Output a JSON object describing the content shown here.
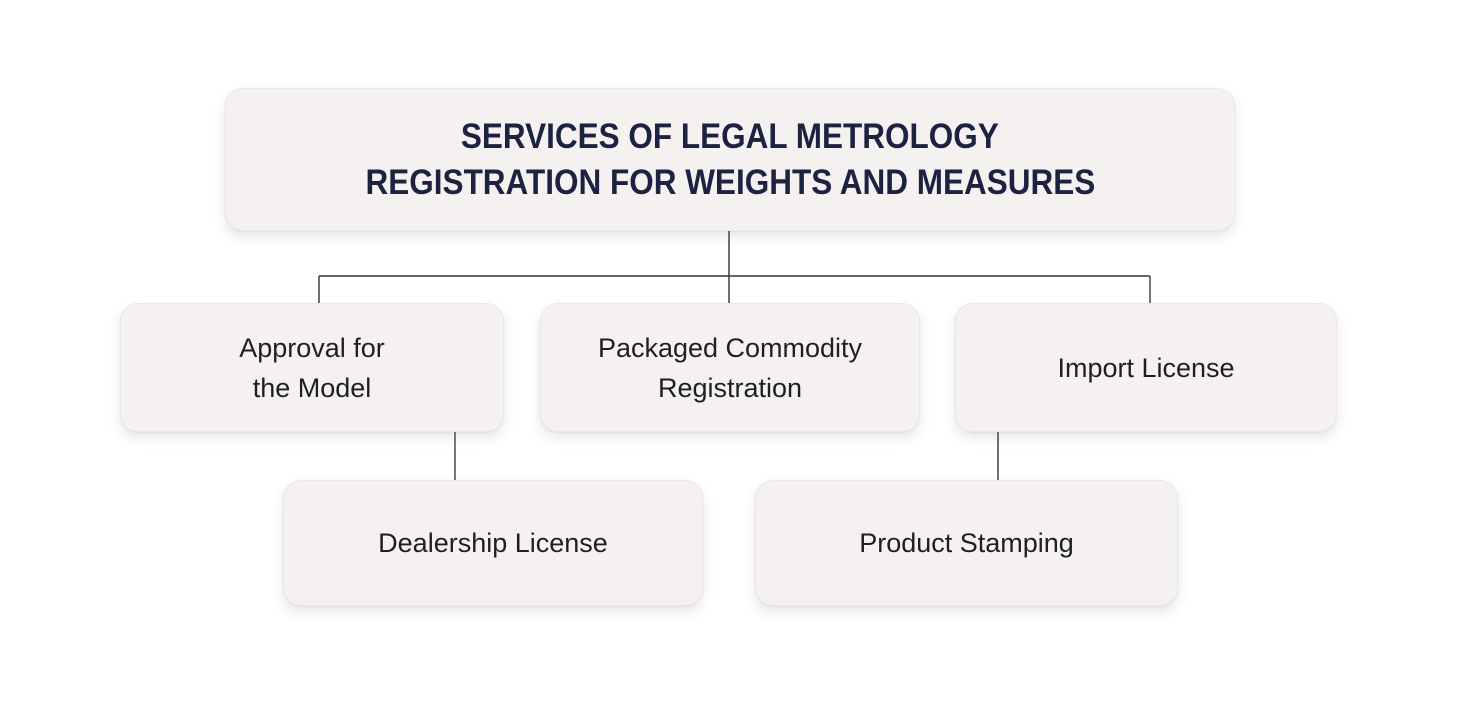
{
  "diagram": {
    "title": {
      "line1": "SERVICES OF LEGAL METROLOGY",
      "line2": "REGISTRATION FOR WEIGHTS AND MEASURES"
    },
    "nodes": {
      "approval": {
        "line1": "Approval for",
        "line2": "the Model"
      },
      "packaged": {
        "line1": "Packaged Commodity",
        "line2": "Registration"
      },
      "import": {
        "label": "Import License"
      },
      "dealership": {
        "label": "Dealership License"
      },
      "product": {
        "label": "Product Stamping"
      }
    },
    "edges": [
      {
        "from": "title",
        "to": "approval"
      },
      {
        "from": "title",
        "to": "packaged"
      },
      {
        "from": "title",
        "to": "import"
      },
      {
        "from": "approval",
        "to": "dealership"
      },
      {
        "from": "import",
        "to": "product"
      }
    ],
    "colors": {
      "background": "#ffffff",
      "node_fill": "#f5f1f1",
      "node_border": "#ece6e6",
      "title_text": "#1d2240",
      "node_text": "#1f1f1f",
      "connector": "#333333"
    }
  }
}
